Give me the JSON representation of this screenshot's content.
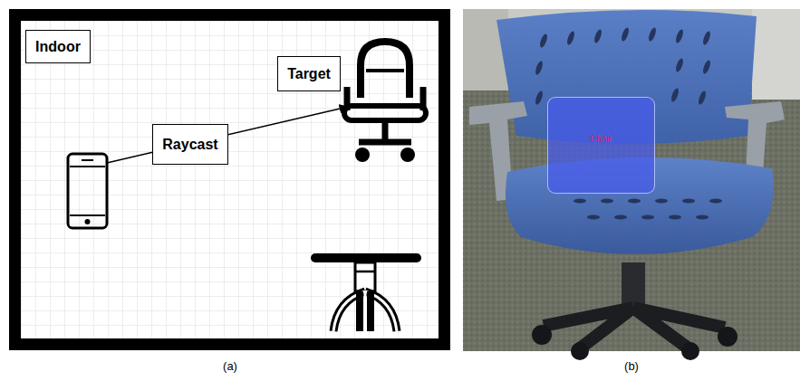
{
  "diagram": {
    "nodes": [
      {
        "text": [
          "Indoor"
        ]
      },
      {
        "text": [
          "Target"
        ]
      },
      {
        "text": [
          "Raycast"
        ]
      },
      {
        "text": [
          "Chair"
        ]
      }
    ],
    "labels": [
      "(a)",
      "(b)"
    ]
  }
}
